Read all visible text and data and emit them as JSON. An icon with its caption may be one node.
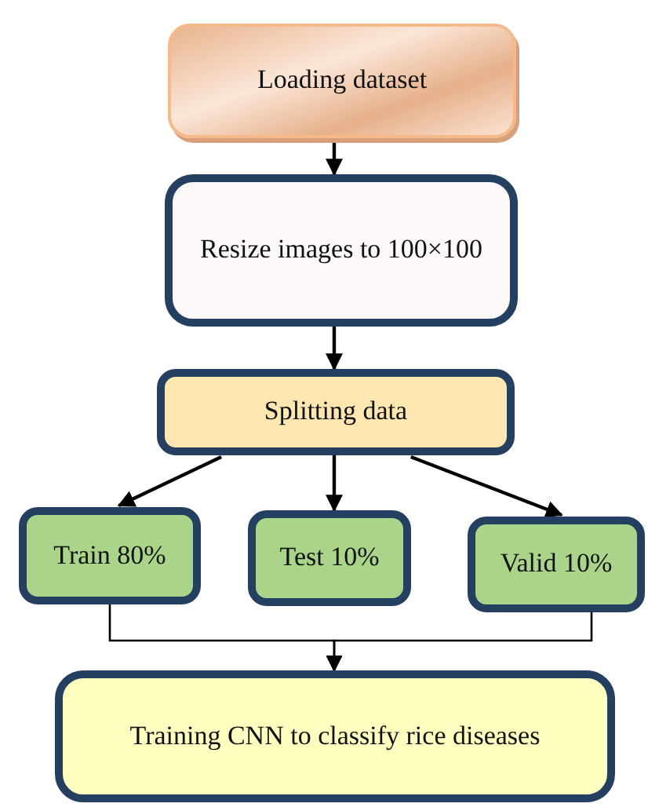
{
  "diagram": {
    "nodes": [
      {
        "text": [
          "Loading dataset"
        ]
      },
      {
        "text": [
          "Resize images to 100×100"
        ]
      },
      {
        "text": [
          "Splitting data"
        ]
      },
      {
        "text": [
          "Train 80%"
        ]
      },
      {
        "text": [
          "Test 10%"
        ]
      },
      {
        "text": [
          "Valid 10%"
        ]
      },
      {
        "text": [
          "Training CNN to classify rice diseases"
        ]
      }
    ],
    "edges": [
      {
        "from": 0,
        "to": 1,
        "arrow": "to"
      },
      {
        "from": 1,
        "to": 2,
        "arrow": "to"
      },
      {
        "from": 2,
        "to": 3,
        "arrow": "to"
      },
      {
        "from": 2,
        "to": 4,
        "arrow": "to"
      },
      {
        "from": 2,
        "to": 5,
        "arrow": "to"
      },
      {
        "from": 3,
        "to": 6,
        "arrow": "to"
      },
      {
        "from": 5,
        "to": 6,
        "arrow": "to"
      }
    ]
  }
}
